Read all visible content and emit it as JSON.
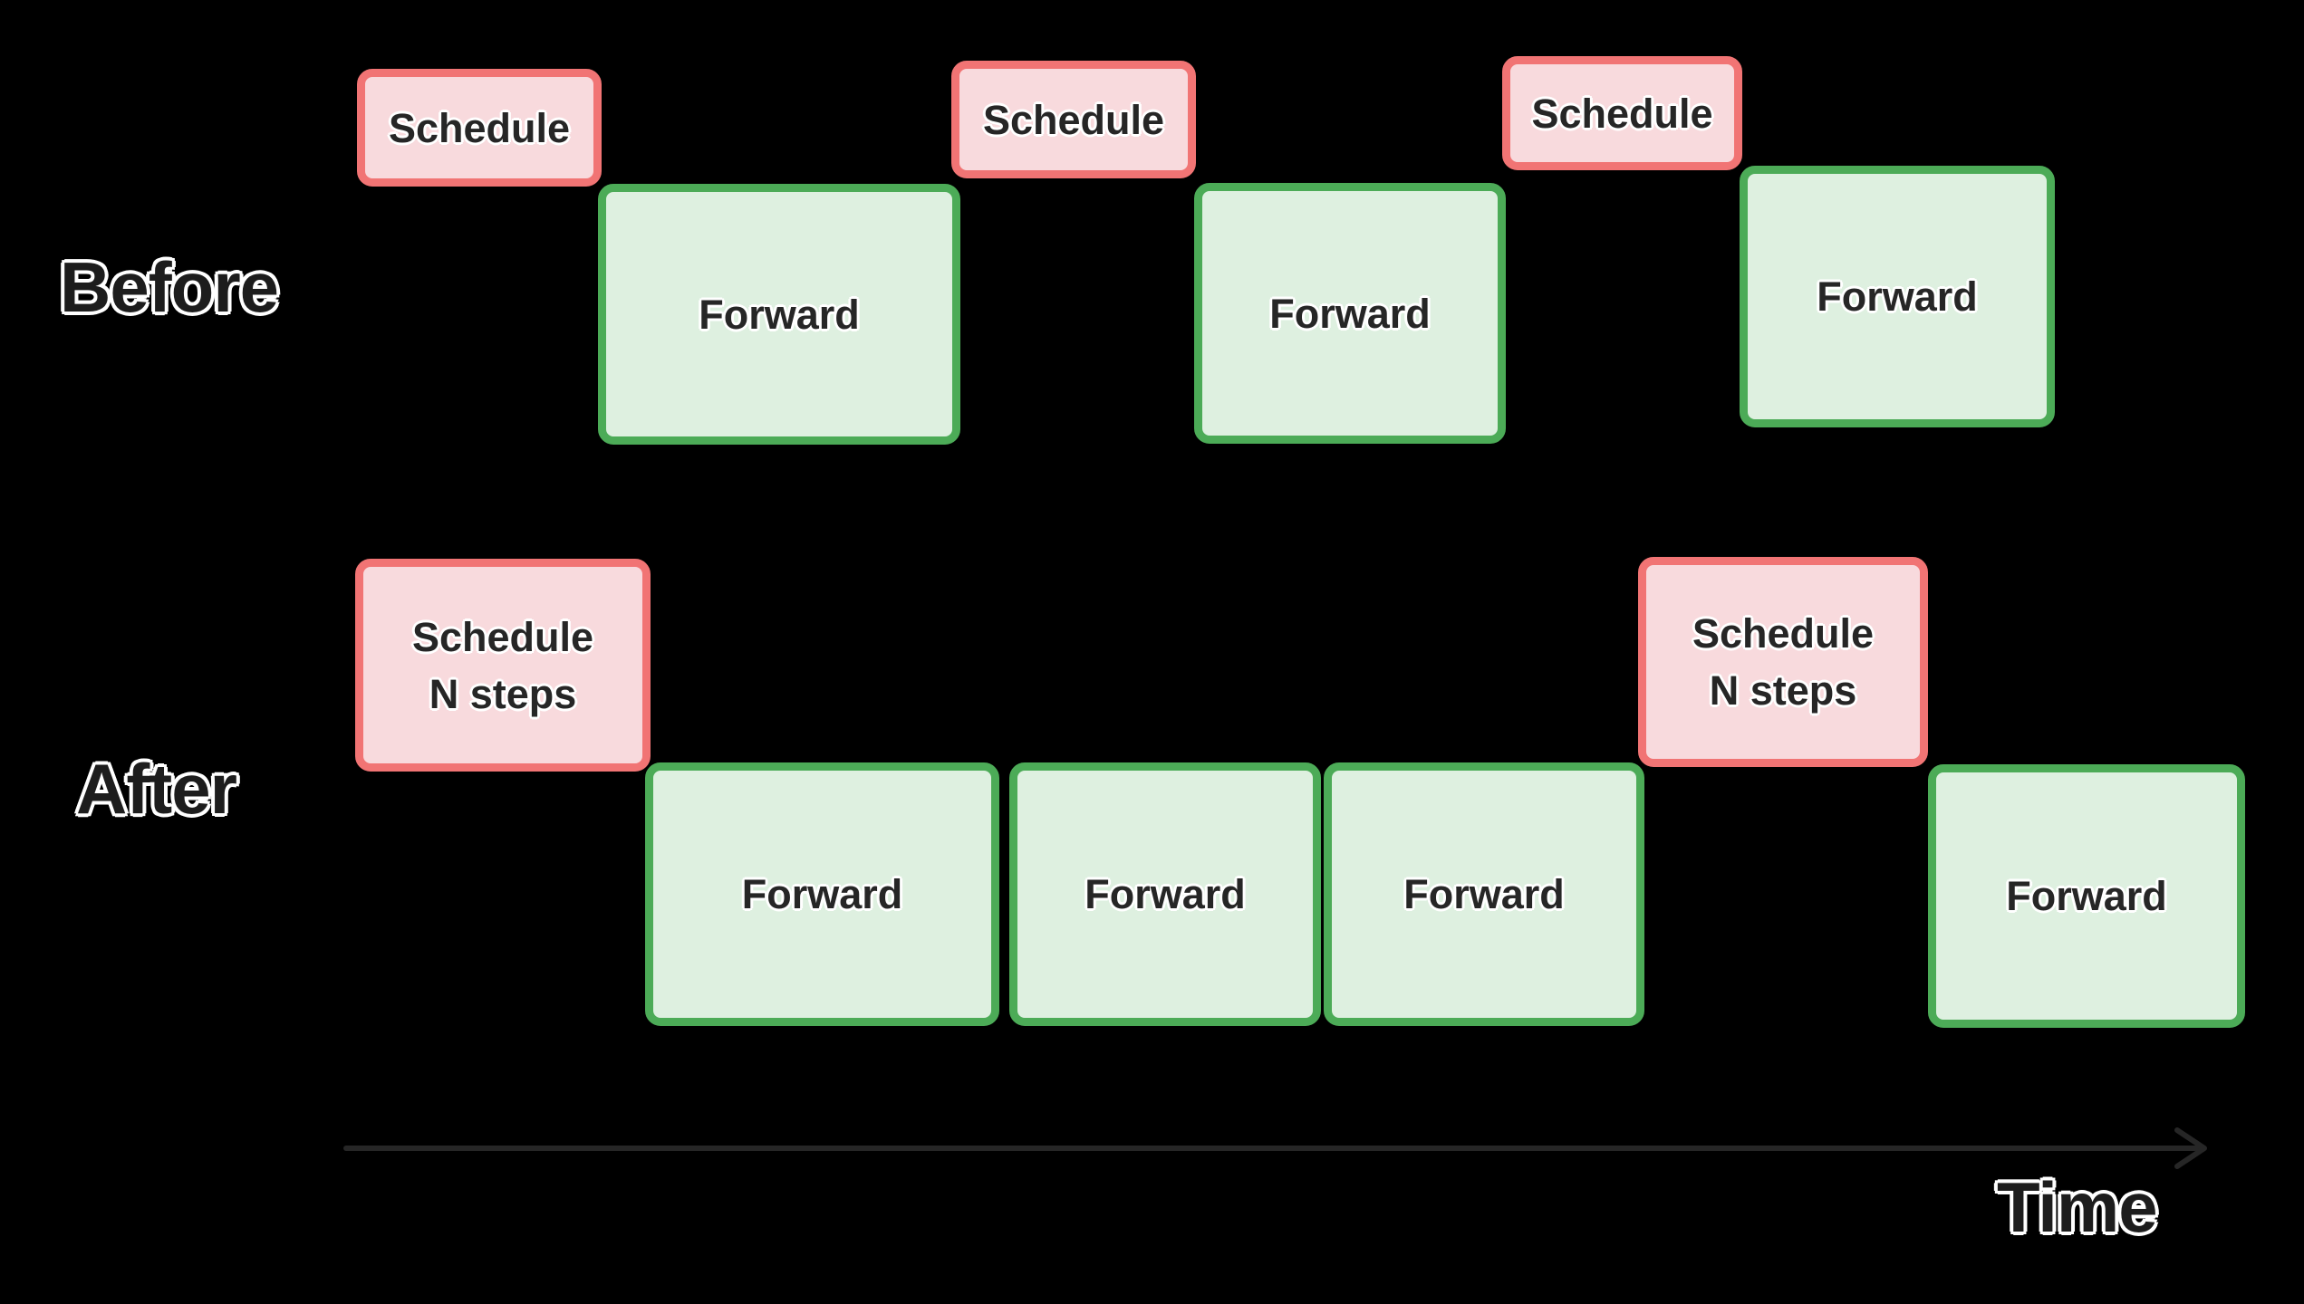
{
  "colors": {
    "background": "#000000",
    "schedule_fill": "#f8dadd",
    "schedule_border": "#f17474",
    "forward_fill": "#def0e0",
    "forward_border": "#4cab57",
    "box_text": "#262626",
    "label_text": "#1d1d1d",
    "label_outline": "#ffffff",
    "arrow": "#262626"
  },
  "labels": {
    "before": "Before",
    "after": "After",
    "time": "Time"
  },
  "before_row": {
    "schedules": [
      {
        "label": "Schedule"
      },
      {
        "label": "Schedule"
      },
      {
        "label": "Schedule"
      }
    ],
    "forwards": [
      {
        "label": "Forward"
      },
      {
        "label": "Forward"
      },
      {
        "label": "Forward"
      }
    ]
  },
  "after_row": {
    "schedules": [
      {
        "line1": "Schedule",
        "line2": "N steps"
      },
      {
        "line1": "Schedule",
        "line2": "N steps"
      }
    ],
    "forwards": [
      {
        "label": "Forward"
      },
      {
        "label": "Forward"
      },
      {
        "label": "Forward"
      },
      {
        "label": "Forward"
      }
    ]
  }
}
